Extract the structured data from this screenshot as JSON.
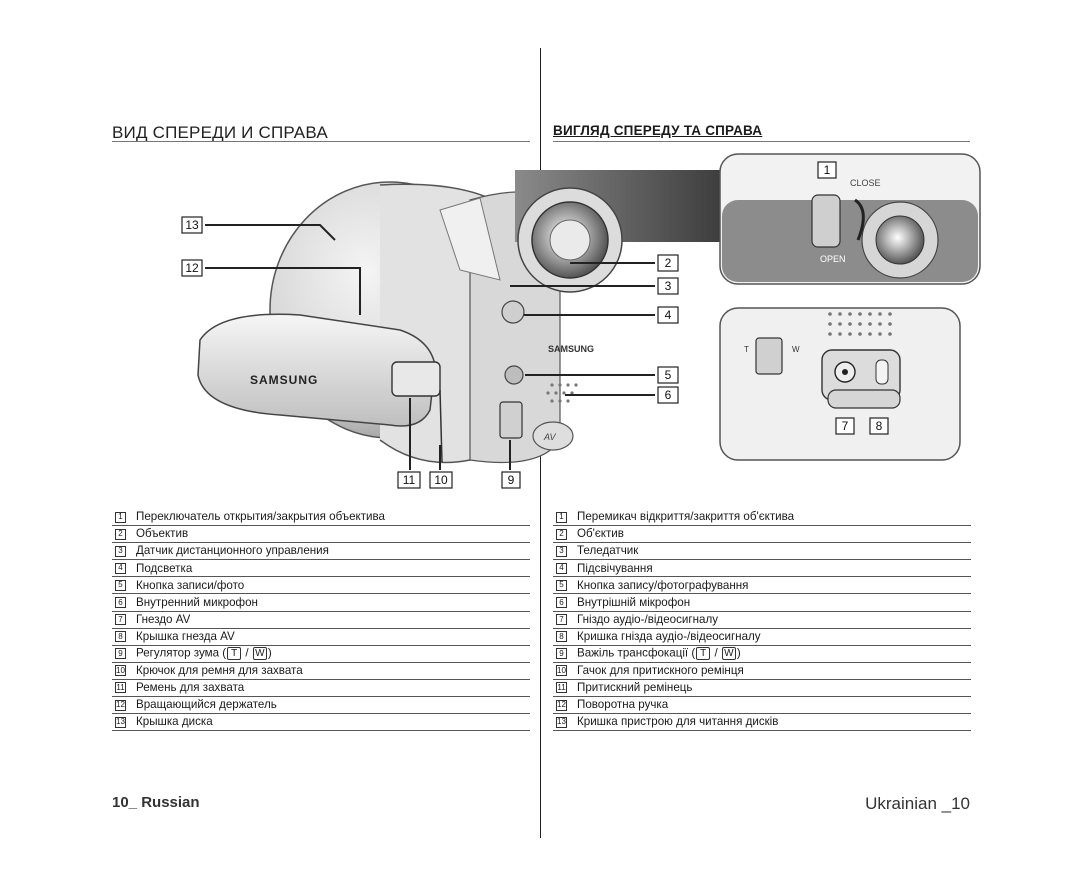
{
  "sections": {
    "ru": {
      "title": "ВИД СПЕРЕДИ И СПРАВА"
    },
    "uk": {
      "title": "ВИГЛЯД СПЕРЕДУ ТА СПРАВА"
    }
  },
  "illustration": {
    "callouts": [
      "1",
      "2",
      "3",
      "4",
      "5",
      "6",
      "7",
      "8",
      "9",
      "10",
      "11",
      "12",
      "13"
    ],
    "inset_labels": {
      "close": "CLOSE",
      "open": "OPEN",
      "t": "T",
      "w": "W"
    },
    "brand": "SAMSUNG",
    "av_label": "AV"
  },
  "legend_ru": [
    {
      "num": "1",
      "text": "Переключатель открытия/закрытия объектива"
    },
    {
      "num": "2",
      "text": "Объектив"
    },
    {
      "num": "3",
      "text": "Датчик дистанционного управления"
    },
    {
      "num": "4",
      "text": "Подсветка"
    },
    {
      "num": "5",
      "text": "Кнопка записи/фото"
    },
    {
      "num": "6",
      "text": "Внутренний микрофон"
    },
    {
      "num": "7",
      "text": "Гнездо AV"
    },
    {
      "num": "8",
      "text": "Крышка гнезда AV"
    },
    {
      "num": "9",
      "text": "Регулятор зума (",
      "t": "T",
      "sep": " / ",
      "w": "W",
      "tail": ")"
    },
    {
      "num": "10",
      "text": "Крючок для ремня для захвата"
    },
    {
      "num": "11",
      "text": "Ремень для захвата"
    },
    {
      "num": "12",
      "text": "Вращающийся держатель"
    },
    {
      "num": "13",
      "text": "Крышка диска"
    }
  ],
  "legend_uk": [
    {
      "num": "1",
      "text": "Перемикач відкриття/закриття об'єктива"
    },
    {
      "num": "2",
      "text": "Об'єктив"
    },
    {
      "num": "3",
      "text": "Теледатчик"
    },
    {
      "num": "4",
      "text": "Підсвічування"
    },
    {
      "num": "5",
      "text": "Кнопка запису/фотографування"
    },
    {
      "num": "6",
      "text": "Внутрішній мікрофон"
    },
    {
      "num": "7",
      "text": "Гніздо аудіо-/відеосигналу"
    },
    {
      "num": "8",
      "text": "Кришка гнізда аудіо-/відеосигналу"
    },
    {
      "num": "9",
      "text": "Важіль трансфокації (",
      "t": "T",
      "sep": " / ",
      "w": "W",
      "tail": ")"
    },
    {
      "num": "10",
      "text": "Гачок для притискного ремінця"
    },
    {
      "num": "11",
      "text": "Притискний ремінець"
    },
    {
      "num": "12",
      "text": "Поворотна ручка"
    },
    {
      "num": "13",
      "text": "Кришка пристрою для читання дисків"
    }
  ],
  "footer": {
    "ru": "10_ Russian",
    "uk": "Ukrainian _10"
  }
}
